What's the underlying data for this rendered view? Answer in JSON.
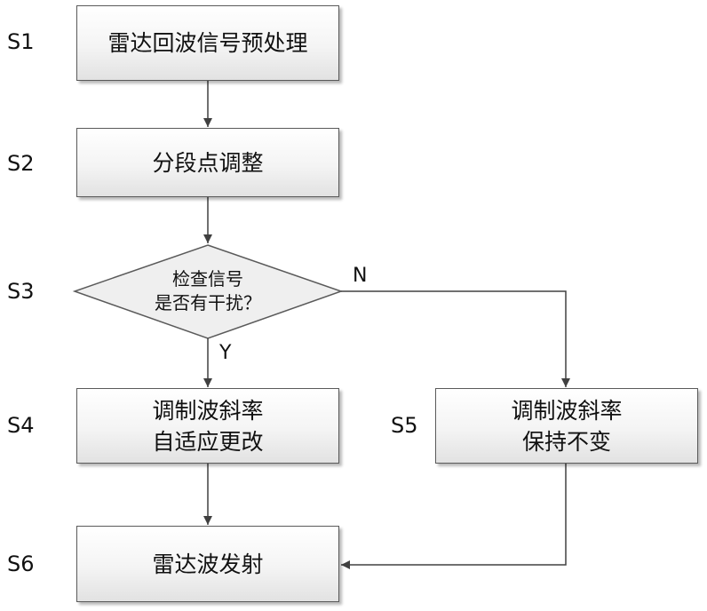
{
  "steps": {
    "s1": {
      "label": "S1",
      "lines": [
        "雷达回波信号预处理"
      ]
    },
    "s2": {
      "label": "S2",
      "lines": [
        "分段点调整"
      ]
    },
    "s3": {
      "label": "S3",
      "lines": [
        "检查信号",
        "是否有干扰？"
      ]
    },
    "s4": {
      "label": "S4",
      "lines": [
        "调制波斜率",
        "自适应更改"
      ]
    },
    "s5": {
      "label": "S5",
      "lines": [
        "调制波斜率",
        "保持不变"
      ]
    },
    "s6": {
      "label": "S6",
      "lines": [
        "雷达波发射"
      ]
    }
  },
  "branches": {
    "yes": "Y",
    "no": "N"
  },
  "colors": {
    "stroke": "#404040",
    "box_top": "#ffffff",
    "box_bottom": "#e2e2e2"
  }
}
